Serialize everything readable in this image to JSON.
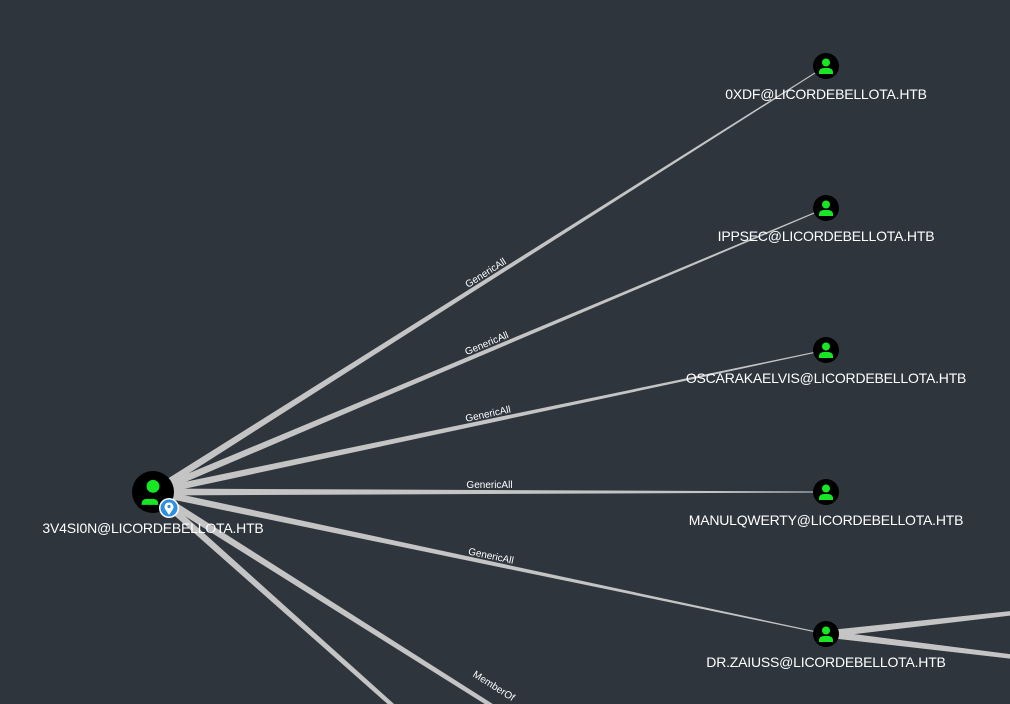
{
  "colors": {
    "background": "#2e353d",
    "edge": "#c4c4c4",
    "user_icon": "#17e625",
    "node_fill": "#000000",
    "owned_badge": "#2d8fe0"
  },
  "nodes": [
    {
      "id": "src",
      "label": "3V4SI0N@LICORDEBELLOTA.HTB",
      "icon": "user-icon",
      "owned": true
    },
    {
      "id": "n1",
      "label": "0XDF@LICORDEBELLOTA.HTB",
      "icon": "user-icon"
    },
    {
      "id": "n2",
      "label": "IPPSEC@LICORDEBELLOTA.HTB",
      "icon": "user-icon"
    },
    {
      "id": "n3",
      "label": "OSCARAKAELVIS@LICORDEBELLOTA.HTB",
      "icon": "user-icon"
    },
    {
      "id": "n4",
      "label": "MANULQWERTY@LICORDEBELLOTA.HTB",
      "icon": "user-icon"
    },
    {
      "id": "n5",
      "label": "DR.ZAIUSS@LICORDEBELLOTA.HTB",
      "icon": "user-icon"
    }
  ],
  "edges": [
    {
      "from": "src",
      "to": "n1",
      "label": "GenericAll"
    },
    {
      "from": "src",
      "to": "n2",
      "label": "GenericAll"
    },
    {
      "from": "src",
      "to": "n3",
      "label": "GenericAll"
    },
    {
      "from": "src",
      "to": "n4",
      "label": "GenericAll"
    },
    {
      "from": "src",
      "to": "n5",
      "label": "GenericAll"
    },
    {
      "from": "src",
      "to": "off1",
      "label": "MemberOf"
    },
    {
      "from": "src",
      "to": "off2",
      "label": ""
    },
    {
      "from": "n5",
      "to": "off3",
      "label": ""
    },
    {
      "from": "n5",
      "to": "off4",
      "label": ""
    }
  ]
}
